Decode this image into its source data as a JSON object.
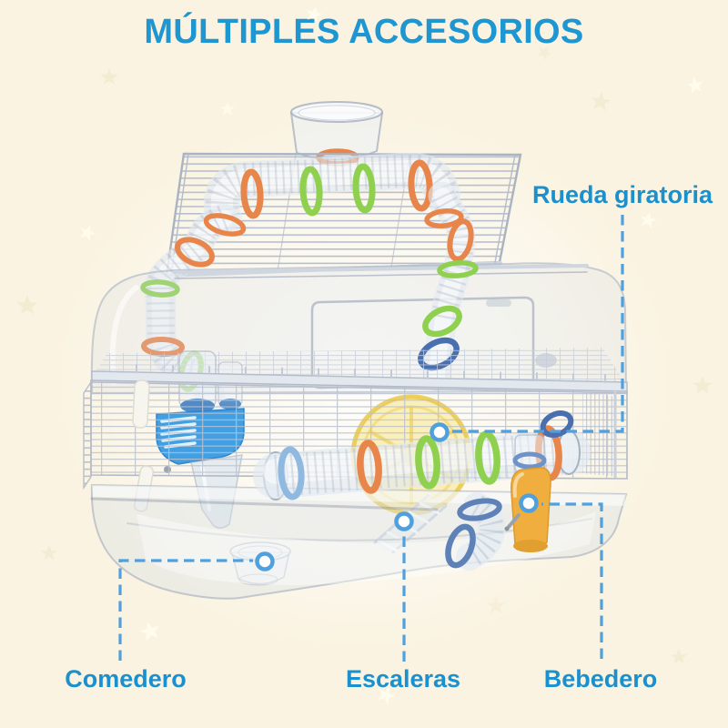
{
  "title": {
    "text": "MÚLTIPLES ACCESORIOS"
  },
  "callouts": {
    "rueda": {
      "label": "Rueda giratoria"
    },
    "comedero": {
      "label": "Comedero"
    },
    "escaleras": {
      "label": "Escaleras"
    },
    "bebedero": {
      "label": "Bebedero"
    }
  },
  "palette": {
    "background": "#FAF3E1",
    "title_blue": "#1E96D2",
    "label_blue": "#1B90CE",
    "callout_line_blue": "#4FA0DD",
    "ring_orange": "#E8854B",
    "ring_green": "#8FD14F",
    "ring_dark_blue": "#4A6FAE",
    "ring_light_blue": "#8FB9DF",
    "feeder_blue": "#41A0E3",
    "wheel_yellow": "#F2D34C",
    "bottle_holder_amber": "#EFAE3D",
    "wire_gray": "#B9C1CF"
  }
}
